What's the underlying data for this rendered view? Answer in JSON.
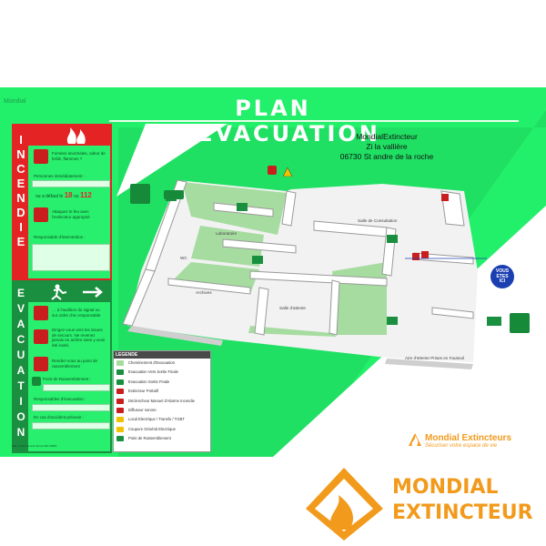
{
  "plan": {
    "title": "PLAN D’EVACUATION",
    "watermark": "Mondial",
    "address": [
      "MondialExtincteur",
      "Zi la vallière",
      "06730 St andre de la roche"
    ]
  },
  "side_panel": {
    "incendie_letters": [
      "I",
      "N",
      "C",
      "E",
      "N",
      "D",
      "I",
      "E"
    ],
    "evacuation_letters": [
      "E",
      "V",
      "A",
      "C",
      "U",
      "A",
      "T",
      "I",
      "O",
      "N"
    ],
    "fire_steps": [
      "Fumées anormales, odeur de brûlé, flammes ?",
      "Attaquez le feu avec l'extincteur approprié"
    ],
    "fire_field_labels": [
      "Personnes immédiatement :",
      "Responsable d'intervention :"
    ],
    "alert_prefix": "ou a défaut le",
    "emergency_18": "18",
    "emergency_or": "ou",
    "emergency_112": "112",
    "evac_steps": [
      "… à l'audition du signal ou sur ordre d'un responsable",
      "Dirigez-vous vers les issues de secours. Ne revenez jamais en arrière sans y avoir été invité.",
      "Rendez-vous au point de rassemblement"
    ],
    "evac_field_labels": [
      "Point de Rassemblement :",
      "Responsables d'évacuation :",
      "En cas d'accident prévenir :"
    ]
  },
  "rooms": {
    "consultation": "Salle de Consultation",
    "laboratoire": "Laboratoire",
    "attente": "Salle d'attente",
    "archives": "Archives",
    "wc": "WC",
    "aire": "Aire d'attente Prises en Fauteuil"
  },
  "you_are_here": {
    "line1": "VOUS",
    "line2": "ETES",
    "line3": "ICI"
  },
  "legend": {
    "title": "LEGENDE",
    "items": [
      {
        "label": "Cheminement d'Evacuation",
        "color": "#a6dca0"
      },
      {
        "label": "Evacuation Vers Sortie Finale",
        "color": "#1a8f3f"
      },
      {
        "label": "Evacuation Sortie Finale",
        "color": "#1a8f3f"
      },
      {
        "label": "Extincteur Portatif",
        "color": "#c81e1e"
      },
      {
        "label": "Déclencheur Manuel d'Alarme Incendie",
        "color": "#c81e1e"
      },
      {
        "label": "Diffuseur sonore",
        "color": "#c81e1e"
      },
      {
        "label": "Local Electrique / Transfo / TGBT",
        "color": "#f2c200"
      },
      {
        "label": "Coupure Général Electrique",
        "color": "#f2c200"
      },
      {
        "label": "Point de Rassemblement",
        "color": "#1a8f3f"
      }
    ]
  },
  "footer_note": "Plan conforme à la norme ISO 23601",
  "mondial_small": {
    "name": "Mondial Extincteurs",
    "tagline": "Sécuriser votre espace de vie"
  },
  "brand": {
    "line1": "MONDIAL",
    "line2": "EXTINCTEUR",
    "color": "#f29a1c"
  }
}
